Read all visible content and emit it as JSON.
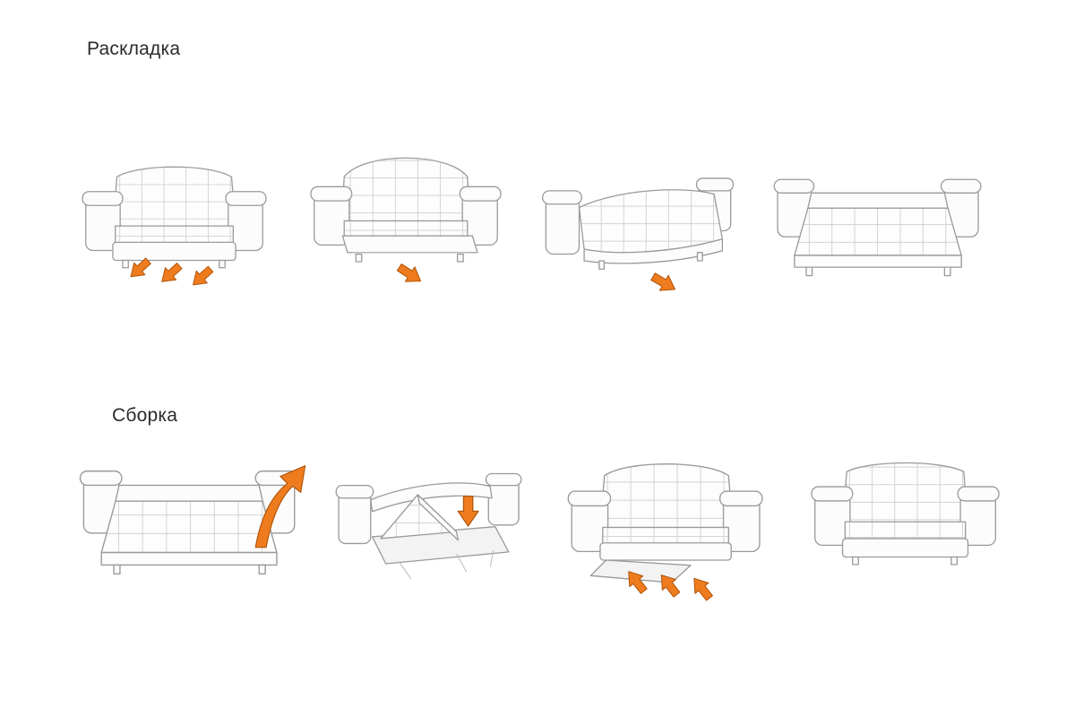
{
  "page": {
    "background": "#ffffff"
  },
  "colors": {
    "arrow_fill": "#EE7C1E",
    "arrow_stroke": "#B25408",
    "line": "#9a9a9a"
  },
  "sections": [
    {
      "title": "Раскладка",
      "steps": [
        {
          "name": "sofa-closed",
          "arrows": {
            "count": 3,
            "direction": "down-left"
          }
        },
        {
          "name": "sofa-seat-pulled-out",
          "arrows": {
            "count": 1,
            "direction": "down-right"
          }
        },
        {
          "name": "sofa-backrest-folding-flat",
          "arrows": {
            "count": 1,
            "direction": "down-right"
          }
        },
        {
          "name": "bed-fully-unfolded",
          "arrows": {
            "count": 0,
            "direction": "none"
          }
        }
      ]
    },
    {
      "title": "Сборка",
      "steps": [
        {
          "name": "bed-lift-front-section",
          "arrows": {
            "count": 1,
            "direction": "curved-up"
          }
        },
        {
          "name": "bed-section-folding-down",
          "arrows": {
            "count": 1,
            "direction": "down"
          }
        },
        {
          "name": "sofa-push-base-in",
          "arrows": {
            "count": 3,
            "direction": "up-left"
          }
        },
        {
          "name": "sofa-assembled",
          "arrows": {
            "count": 0,
            "direction": "none"
          }
        }
      ]
    }
  ]
}
